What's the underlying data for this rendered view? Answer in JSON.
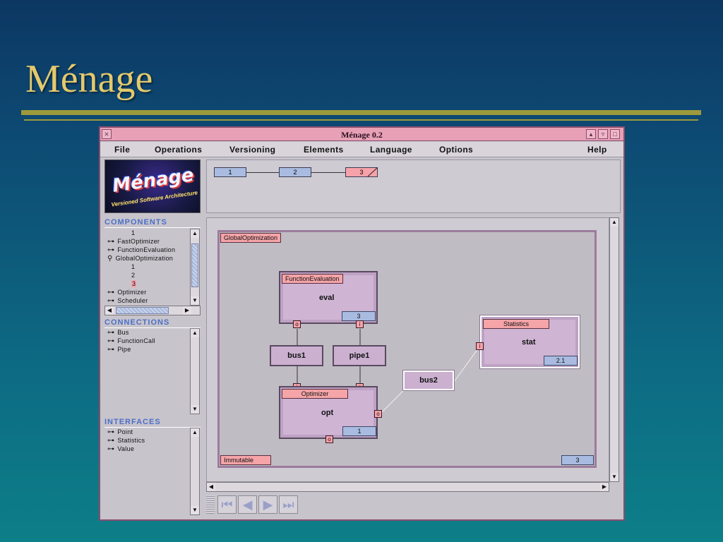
{
  "slide": {
    "title": "Ménage"
  },
  "window": {
    "title": "Ménage 0.2",
    "title_buttons": [
      "▴",
      "▿",
      "□"
    ],
    "close_glyph": "⨯"
  },
  "menu": [
    "File",
    "Operations",
    "Versioning",
    "Elements",
    "Language",
    "Options",
    "Help"
  ],
  "logo": {
    "main": "Ménage",
    "sub": "Versioned Software Architecture"
  },
  "sections": {
    "components": {
      "heading": "COMPONENTS",
      "items": [
        {
          "label": "1",
          "indent": 2,
          "marker": "",
          "highlight": false
        },
        {
          "label": "FastOptimizer",
          "indent": 0,
          "marker": "⊶",
          "highlight": false
        },
        {
          "label": "FunctionEvaluation",
          "indent": 0,
          "marker": "⊶",
          "highlight": false
        },
        {
          "label": "GlobalOptimization",
          "indent": 0,
          "marker": "⚲",
          "highlight": false
        },
        {
          "label": "1",
          "indent": 2,
          "marker": "",
          "highlight": false
        },
        {
          "label": "2",
          "indent": 2,
          "marker": "",
          "highlight": false
        },
        {
          "label": "3",
          "indent": 2,
          "marker": "",
          "highlight": true
        },
        {
          "label": "Optimizer",
          "indent": 0,
          "marker": "⊶",
          "highlight": false
        },
        {
          "label": "Scheduler",
          "indent": 0,
          "marker": "⊶",
          "highlight": false
        }
      ]
    },
    "connections": {
      "heading": "CONNECTIONS",
      "items": [
        {
          "label": "Bus",
          "marker": "⊶"
        },
        {
          "label": "FunctionCall",
          "marker": "⊶"
        },
        {
          "label": "Pipe",
          "marker": "⊶"
        }
      ]
    },
    "interfaces": {
      "heading": "INTERFACES",
      "items": [
        {
          "label": "Point",
          "marker": "⊶"
        },
        {
          "label": "Statistics",
          "marker": "⊶"
        },
        {
          "label": "Value",
          "marker": "⊶"
        }
      ]
    }
  },
  "versions": {
    "nodes": [
      "1",
      "2",
      "3"
    ],
    "selected": "3"
  },
  "diagram": {
    "container": {
      "name": "GlobalOptimization",
      "status": "Immutable",
      "version": "3"
    },
    "components": {
      "eval": {
        "type": "FunctionEvaluation",
        "name": "eval",
        "version": "3"
      },
      "opt": {
        "type": "Optimizer",
        "name": "opt",
        "version": "1"
      },
      "stat": {
        "type": "Statistics",
        "name": "stat",
        "version": "2.1"
      }
    },
    "connectors": {
      "bus1": "bus1",
      "pipe1": "pipe1",
      "bus2": "bus2"
    },
    "ports": {
      "eval_left": "o",
      "eval_right": "i",
      "opt_top_left": "i",
      "opt_top_right": "o",
      "opt_right": "o",
      "opt_bottom": "o",
      "stat_left": "i"
    }
  },
  "scroll": {
    "up": "▲",
    "down": "▼",
    "left": "◀",
    "right": "▶"
  },
  "nav": {
    "first": "⏮",
    "prev": "◀",
    "next": "▶",
    "last": "⏭"
  },
  "colors": {
    "port": "#f7a2aa",
    "version_tag": "#a9bbe0",
    "component": "#cfb4d4",
    "title_bar": "#e7a0b6",
    "slide_title": "#e4c96c",
    "section_heading": "#4b6fc7"
  }
}
